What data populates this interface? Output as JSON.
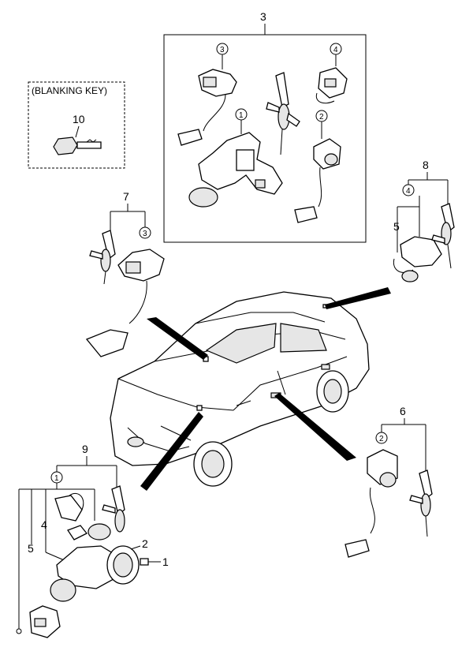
{
  "labels": {
    "n1": "1",
    "n2": "2",
    "n3": "3",
    "n4": "4",
    "n5": "5",
    "n6": "6",
    "n7": "7",
    "n8": "8",
    "n9": "9",
    "n10": "10"
  },
  "blanking_key_label": "(BLANKING KEY)"
}
